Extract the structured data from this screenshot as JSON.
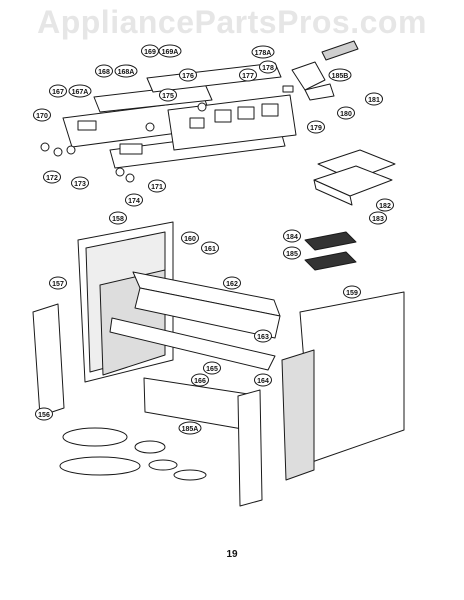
{
  "watermark": "AppliancePartsPros.com",
  "page_number": "19",
  "callouts": [
    "157",
    "158",
    "159",
    "160",
    "161",
    "162",
    "163",
    "164",
    "165",
    "166",
    "167",
    "167A",
    "168",
    "168A",
    "169",
    "169A",
    "170",
    "171",
    "172",
    "173",
    "174",
    "175",
    "176",
    "177",
    "178",
    "178A",
    "179",
    "180",
    "181",
    "182",
    "183",
    "184",
    "185",
    "185A",
    "185B",
    "156"
  ],
  "colors": {
    "line": "#1a1a1a",
    "fill": "#ffffff",
    "shade": "#cfcfcf"
  }
}
